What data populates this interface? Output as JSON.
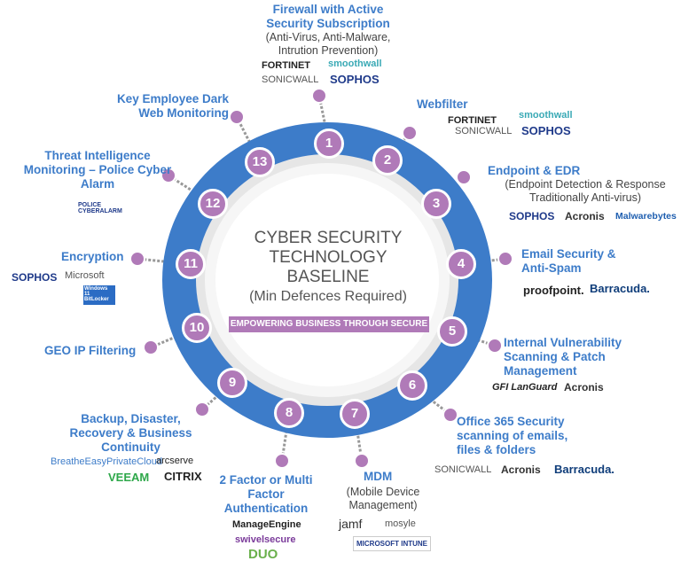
{
  "center": {
    "line1": "CYBER SECURITY",
    "line2": "TECHNOLOGY",
    "line3": "BASELINE",
    "line4": "(Min Defences Required)",
    "banner": "EMPOWERING BUSINESS THROUGH SECURE TECHNOLOGY"
  },
  "colors": {
    "ring": "#3d7cc9",
    "node": "#b07ab8",
    "label": "#3d7cc9"
  },
  "items": [
    {
      "num": "1",
      "title": "Firewall with Active Security Subscription",
      "sub": "(Anti-Virus, Anti-Malware, Intrution Prevention)",
      "logos": [
        "FORTINET",
        "smoothwall",
        "SONICWALL",
        "SOPHOS"
      ]
    },
    {
      "num": "2",
      "title": "Webfilter",
      "logos": [
        "FORTINET",
        "smoothwall",
        "SONICWALL",
        "SOPHOS"
      ]
    },
    {
      "num": "3",
      "title": "Endpoint & EDR",
      "sub": "(Endpoint Detection & Response Traditionally Anti-virus)",
      "logos": [
        "SOPHOS",
        "Acronis",
        "Malwarebytes"
      ]
    },
    {
      "num": "4",
      "title": "Email Security & Anti-Spam",
      "logos": [
        "proofpoint.",
        "Barracuda."
      ]
    },
    {
      "num": "5",
      "title": "Internal Vulnerability Scanning & Patch Management",
      "logos": [
        "GFI LanGuard",
        "Acronis"
      ]
    },
    {
      "num": "6",
      "title": "Office 365 Security scanning of emails, files & folders",
      "logos": [
        "SONICWALL",
        "Acronis",
        "Barracuda."
      ]
    },
    {
      "num": "7",
      "title": "MDM",
      "sub": "(Mobile Device Management)",
      "logos": [
        "jamf",
        "mosyle",
        "MICROSOFT INTUNE"
      ]
    },
    {
      "num": "8",
      "title": "2 Factor or Multi Factor Authentication",
      "logos": [
        "ManageEngine",
        "swivelsecure",
        "DUO"
      ]
    },
    {
      "num": "9",
      "title": "Backup, Disaster, Recovery & Business Continuity",
      "logos": [
        "BreatheEasyPrivateCloud",
        "arcserve",
        "VEEAM",
        "CITRIX"
      ]
    },
    {
      "num": "10",
      "title": "GEO IP Filtering"
    },
    {
      "num": "11",
      "title": "Encryption",
      "logos": [
        "SOPHOS",
        "Microsoft",
        "Windows 11 BitLocker"
      ]
    },
    {
      "num": "12",
      "title": "Threat Intelligence Monitoring – Police Cyber Alarm",
      "logos": [
        "POLICE CYBERALARM"
      ]
    },
    {
      "num": "13",
      "title": "Key Employee Dark Web Monitoring"
    }
  ]
}
